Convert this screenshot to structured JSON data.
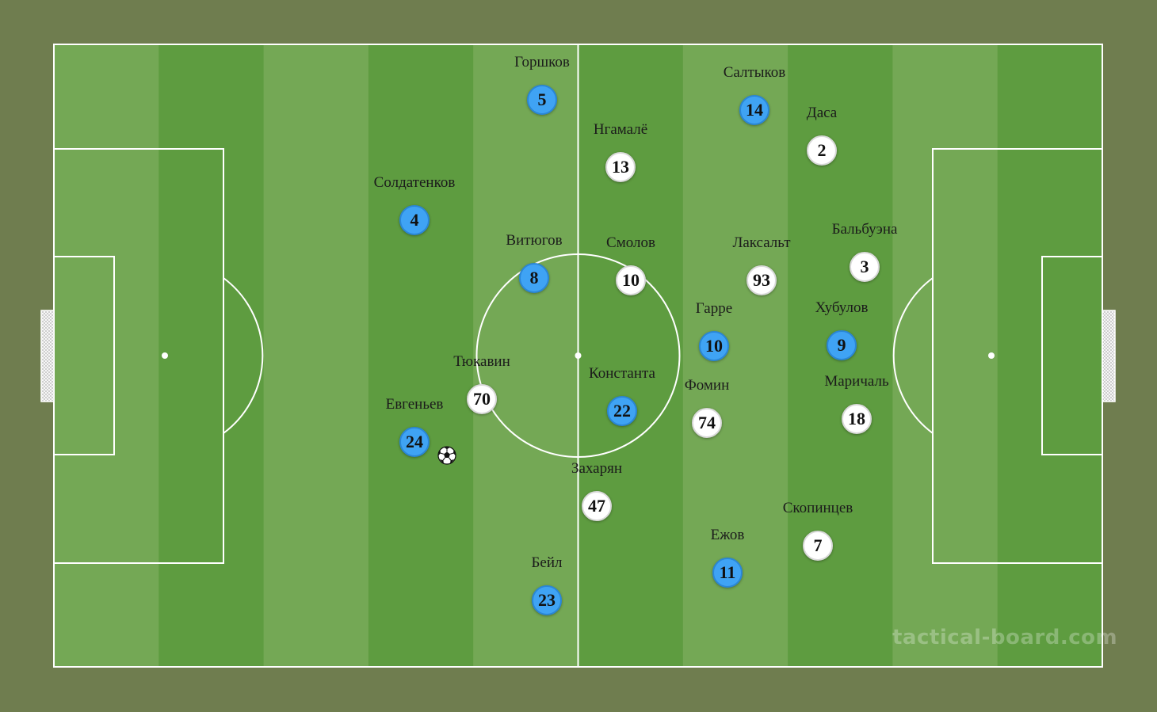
{
  "colors": {
    "background": "#6f7d4f",
    "stripe_light": "#74a855",
    "stripe_dark": "#5e9c40",
    "lines": "#ffffff",
    "team_blue": "#3fa3f4",
    "team_white": "#ffffff"
  },
  "watermark": "tactical-board.com",
  "ball_icon": "soccer-ball",
  "players": [
    {
      "name": "Горшков",
      "number": "5",
      "team": "blue"
    },
    {
      "name": "Салтыков",
      "number": "14",
      "team": "blue"
    },
    {
      "name": "Солдатенков",
      "number": "4",
      "team": "blue"
    },
    {
      "name": "Витюгов",
      "number": "8",
      "team": "blue"
    },
    {
      "name": "Гарре",
      "number": "10",
      "team": "blue"
    },
    {
      "name": "Хубулов",
      "number": "9",
      "team": "blue"
    },
    {
      "name": "Константа",
      "number": "22",
      "team": "blue"
    },
    {
      "name": "Евгеньев",
      "number": "24",
      "team": "blue"
    },
    {
      "name": "Ежов",
      "number": "11",
      "team": "blue"
    },
    {
      "name": "Бейл",
      "number": "23",
      "team": "blue"
    },
    {
      "name": "Нгамалё",
      "number": "13",
      "team": "white"
    },
    {
      "name": "Даса",
      "number": "2",
      "team": "white"
    },
    {
      "name": "Бальбуэна",
      "number": "3",
      "team": "white"
    },
    {
      "name": "Смолов",
      "number": "10",
      "team": "white"
    },
    {
      "name": "Лаксальт",
      "number": "93",
      "team": "white"
    },
    {
      "name": "Тюкавин",
      "number": "70",
      "team": "white"
    },
    {
      "name": "Фомин",
      "number": "74",
      "team": "white"
    },
    {
      "name": "Маричаль",
      "number": "18",
      "team": "white"
    },
    {
      "name": "Захарян",
      "number": "47",
      "team": "white"
    },
    {
      "name": "Скопинцев",
      "number": "7",
      "team": "white"
    }
  ]
}
